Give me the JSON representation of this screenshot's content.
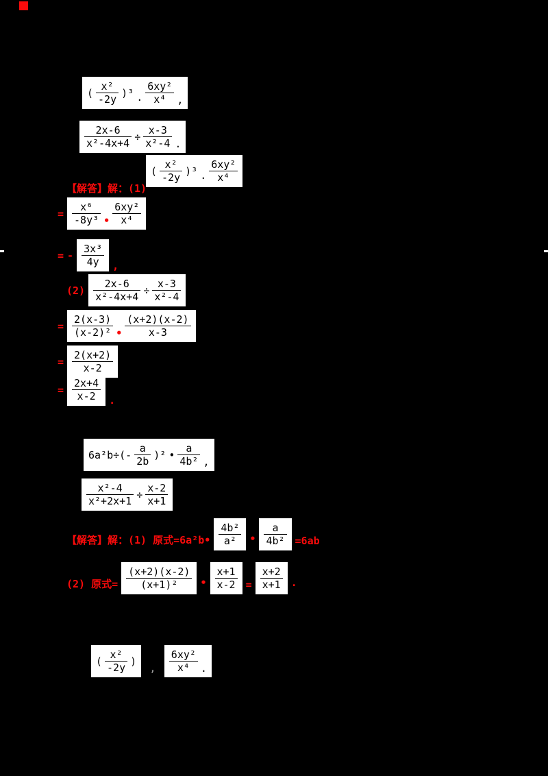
{
  "colors": {
    "bg": "#000000",
    "box": "#ffffff",
    "red": "#f90b0b",
    "ink": "#000000"
  },
  "s1": {
    "p1": {
      "lp": "(",
      "f1": {
        "n": "x²",
        "d": "-2y"
      },
      "exp": ")³",
      "dot": "·",
      "f2": {
        "n": "6xy²",
        "d": "x⁴"
      },
      "trail": ","
    },
    "p2": {
      "f1": {
        "n": "2x-6",
        "d": "x²-4x+4"
      },
      "div": "÷",
      "f2": {
        "n": "x-3",
        "d": "x²-4"
      },
      "trail": "."
    },
    "p1_restate": {
      "lp": "(",
      "f1": {
        "n": "x²",
        "d": "-2y"
      },
      "exp": ")³",
      "dot": "·",
      "f2": {
        "n": "6xy²",
        "d": "x⁴"
      }
    },
    "label": "【解答】解：(1)",
    "st1": {
      "eq": "=",
      "f1": {
        "n": "x⁶",
        "d": "-8y³"
      },
      "dot": "•",
      "f2": {
        "n": "6xy²",
        "d": "x⁴"
      }
    },
    "st2": {
      "eq": "=",
      "minus": "-",
      "f1": {
        "n": "3x³",
        "d": "4y"
      },
      "trail": ","
    },
    "label2": "(2)",
    "p2_restate": {
      "f1": {
        "n": "2x-6",
        "d": "x²-4x+4"
      },
      "div": "÷",
      "f2": {
        "n": "x-3",
        "d": "x²-4"
      }
    },
    "st3": {
      "eq": "=",
      "f1": {
        "n": "2(x-3)",
        "d": "(x-2)²"
      },
      "dot": "•",
      "f2": {
        "n": "(x+2)(x-2)",
        "d": "x-3"
      }
    },
    "st4": {
      "eq": "=",
      "f1": {
        "n": "2(x+2)",
        "d": "x-2"
      }
    },
    "st5": {
      "eq": "=",
      "f1": {
        "n": "2x+4",
        "d": "x-2"
      },
      "trail": "."
    }
  },
  "s2": {
    "p1": {
      "pre": "6a²b÷(-",
      "f1": {
        "n": "a",
        "d": "2b"
      },
      "exp": ")²",
      "dot": "•",
      "f2": {
        "n": "a",
        "d": "4b²"
      },
      "trail": ","
    },
    "p2": {
      "f1": {
        "n": "x²-4",
        "d": "x²+2x+1"
      },
      "div": "÷",
      "f2": {
        "n": "x-2",
        "d": "x+1"
      }
    },
    "sol1": {
      "pre": "【解答】解：(1) 原式=6a²b•",
      "f1": {
        "n": "4b²",
        "d": "a²"
      },
      "dot": "•",
      "f2": {
        "n": "a",
        "d": "4b²"
      },
      "result": "=6ab"
    },
    "sol2": {
      "pre": "(2) 原式=",
      "f1": {
        "n": "(x+2)(x-2)",
        "d": "(x+1)²"
      },
      "dot": "•",
      "f2": {
        "n": "x+1",
        "d": "x-2"
      },
      "eq": "=",
      "f3": {
        "n": "x+2",
        "d": "x+1"
      },
      "trail": "."
    }
  },
  "s3": {
    "b1": {
      "lp": "(",
      "f1": {
        "n": "x²",
        "d": "-2y"
      },
      "rp": ")"
    },
    "sep": ",",
    "b2": {
      "f1": {
        "n": "6xy²",
        "d": "x⁴"
      },
      "trail": "."
    }
  }
}
